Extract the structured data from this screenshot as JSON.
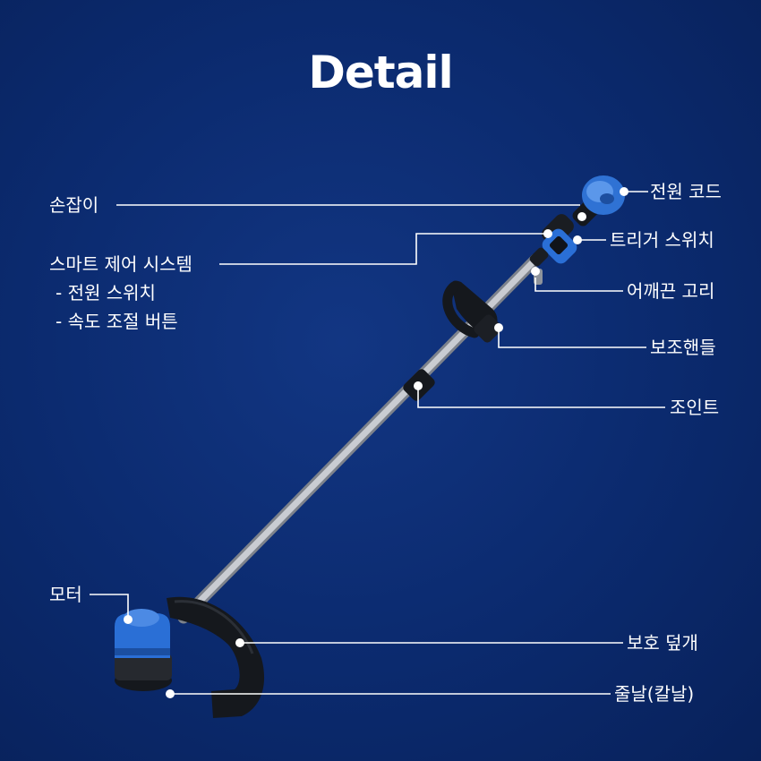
{
  "title": "Detail",
  "labels": {
    "handle": "손잡이",
    "smart_control": "스마트 제어 시스템",
    "power_switch_sub": "- 전원 스위치",
    "speed_button_sub": "- 속도 조절 버튼",
    "motor": "모터",
    "power_cord": "전원 코드",
    "trigger_switch": "트리거 스위치",
    "shoulder_strap_ring": "어깨끈 고리",
    "aux_handle": "보조핸들",
    "joint": "조인트",
    "guard_cover": "보호 덮개",
    "line_blade": "줄날(칼날)"
  },
  "colors": {
    "background": "#0b2a6e",
    "accent_blue": "#2a6fd6",
    "shaft": "#b8bcc4",
    "black_part": "#111418"
  }
}
